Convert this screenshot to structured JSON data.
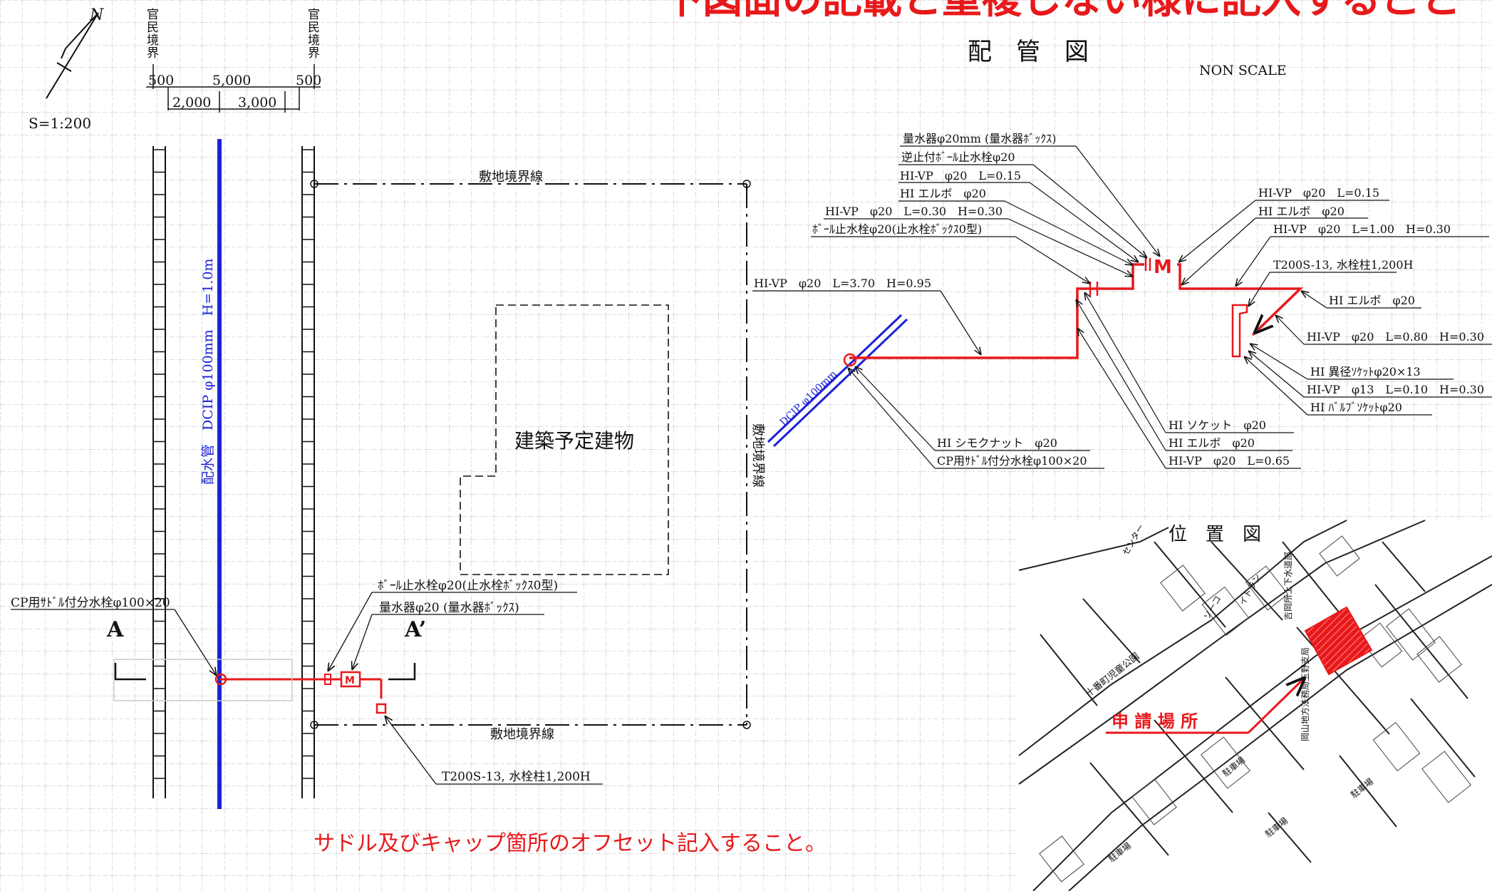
{
  "colors": {
    "red": "#e8191b",
    "blue": "#1d22d6",
    "grid": "#b4b4b4",
    "ink": "#111111"
  },
  "top_banner": "下図面の記載と重複しない様に記入すること",
  "north": "N",
  "scale": "S=1:200",
  "boundary_label": "官民境界",
  "dims": {
    "d1": "500",
    "d2": "5,000",
    "d3": "500",
    "d4": "2,000",
    "d5": "3,000"
  },
  "main_pipe": "配水管　DCIP φ100mm　H=1.0m",
  "site_line_label": "敷地境界線",
  "building_label": "建築予定建物",
  "left_saddle_label": "CP用ｻﾄﾞﾙ付分水栓φ100×20",
  "section_a": "A",
  "section_a2": "A’",
  "left_callouts": {
    "ball_valve": "ﾎﾞｰﾙ止水栓φ20(止水栓ﾎﾞｯｸｽ0型)",
    "meter": "量水器φ20 (量水器ﾎﾞｯｸｽ)",
    "hydrant": "T200S-13, 水栓柱1,200H"
  },
  "bottom_note": "サドル及びキャップ箇所のオフセット記入すること。",
  "piping_title": "配　管　図",
  "non_scale": "NON SCALE",
  "dcip_diag": "DCIP φ100mm",
  "iso_labels": {
    "meter": "量水器φ20mm (量水器ﾎﾞｯｸｽ)",
    "check_valve": "逆止付ﾎﾞｰﾙ止水栓φ20",
    "vp1": "HI-VP　φ20　L=0.15",
    "elbow1": "HI エルボ　φ20",
    "vp2": "HI-VP　φ20　L=0.30　H=0.30",
    "ball_valve": "ﾎﾞｰﾙ止水栓φ20(止水栓ﾎﾞｯｸｽ0型)",
    "vp_long": "HI-VP　φ20　L=3.70　H=0.95",
    "r_vp1": "HI-VP　φ20　L=0.15",
    "r_elbow": "HI エルボ　φ20",
    "r_vp2": "HI-VP　φ20　L=1.00　H=0.30",
    "r_hydrant": "T200S-13, 水栓柱1,200H",
    "r_elbow2": "HI エルボ　φ20",
    "r_vp3": "HI-VP　φ20　L=0.80　H=0.30",
    "r_reducer": "HI 異径ｿｹｯﾄφ20×13",
    "r_vp4": "HI-VP　φ13　L=0.10　H=0.30",
    "r_valve_socket": "HI ﾊﾞﾙﾌﾞｿｹｯﾄφ20",
    "b_socket": "HI ソケット　φ20",
    "b_elbow": "HI エルボ　φ20",
    "b_vp": "HI-VP　φ20　L=0.65",
    "b_nut": "HI シモクナット　φ20",
    "b_saddle": "CP用ｻﾄﾞﾙ付分水栓φ100×20"
  },
  "location_map": {
    "title": "位　置　図",
    "site_label": "申 請 場 所",
    "places": [
      "十番町児童公園",
      "吉岡所上下水道部",
      "岡山地方法務局玉野支局",
      "駐車場",
      "駐車場",
      "駐車場",
      "駐車場",
      "ソーコ",
      "イトラン",
      "センター"
    ]
  }
}
